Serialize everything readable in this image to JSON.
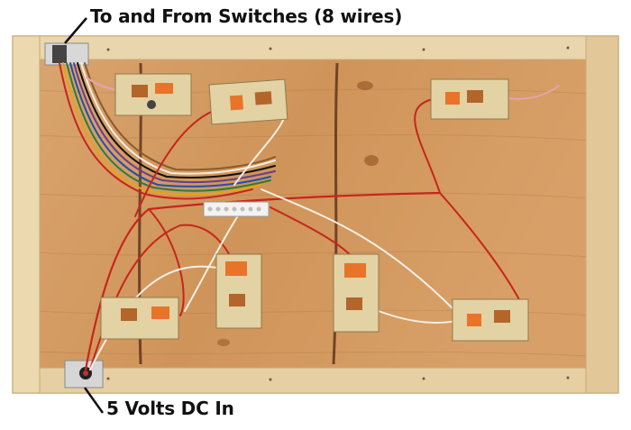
{
  "photo": {
    "subject": "wooden-panel-with-circuit-boards-and-wiring",
    "colors": {
      "wood": "#d49a63",
      "wood_dark": "#b8763f",
      "frame": "#ecd9b0",
      "frame_edge": "#c9a977",
      "pcb": "#e2d2a4",
      "capacitor": "#e8742a",
      "wire_red": "#c8251c",
      "wire_white": "#f4efe6",
      "wire_purple": "#6a3d8c",
      "terminal": "#f2f2f0"
    },
    "callouts": {
      "top": "To and From Switches (8 wires)",
      "bottom": "5 Volts DC In"
    }
  }
}
